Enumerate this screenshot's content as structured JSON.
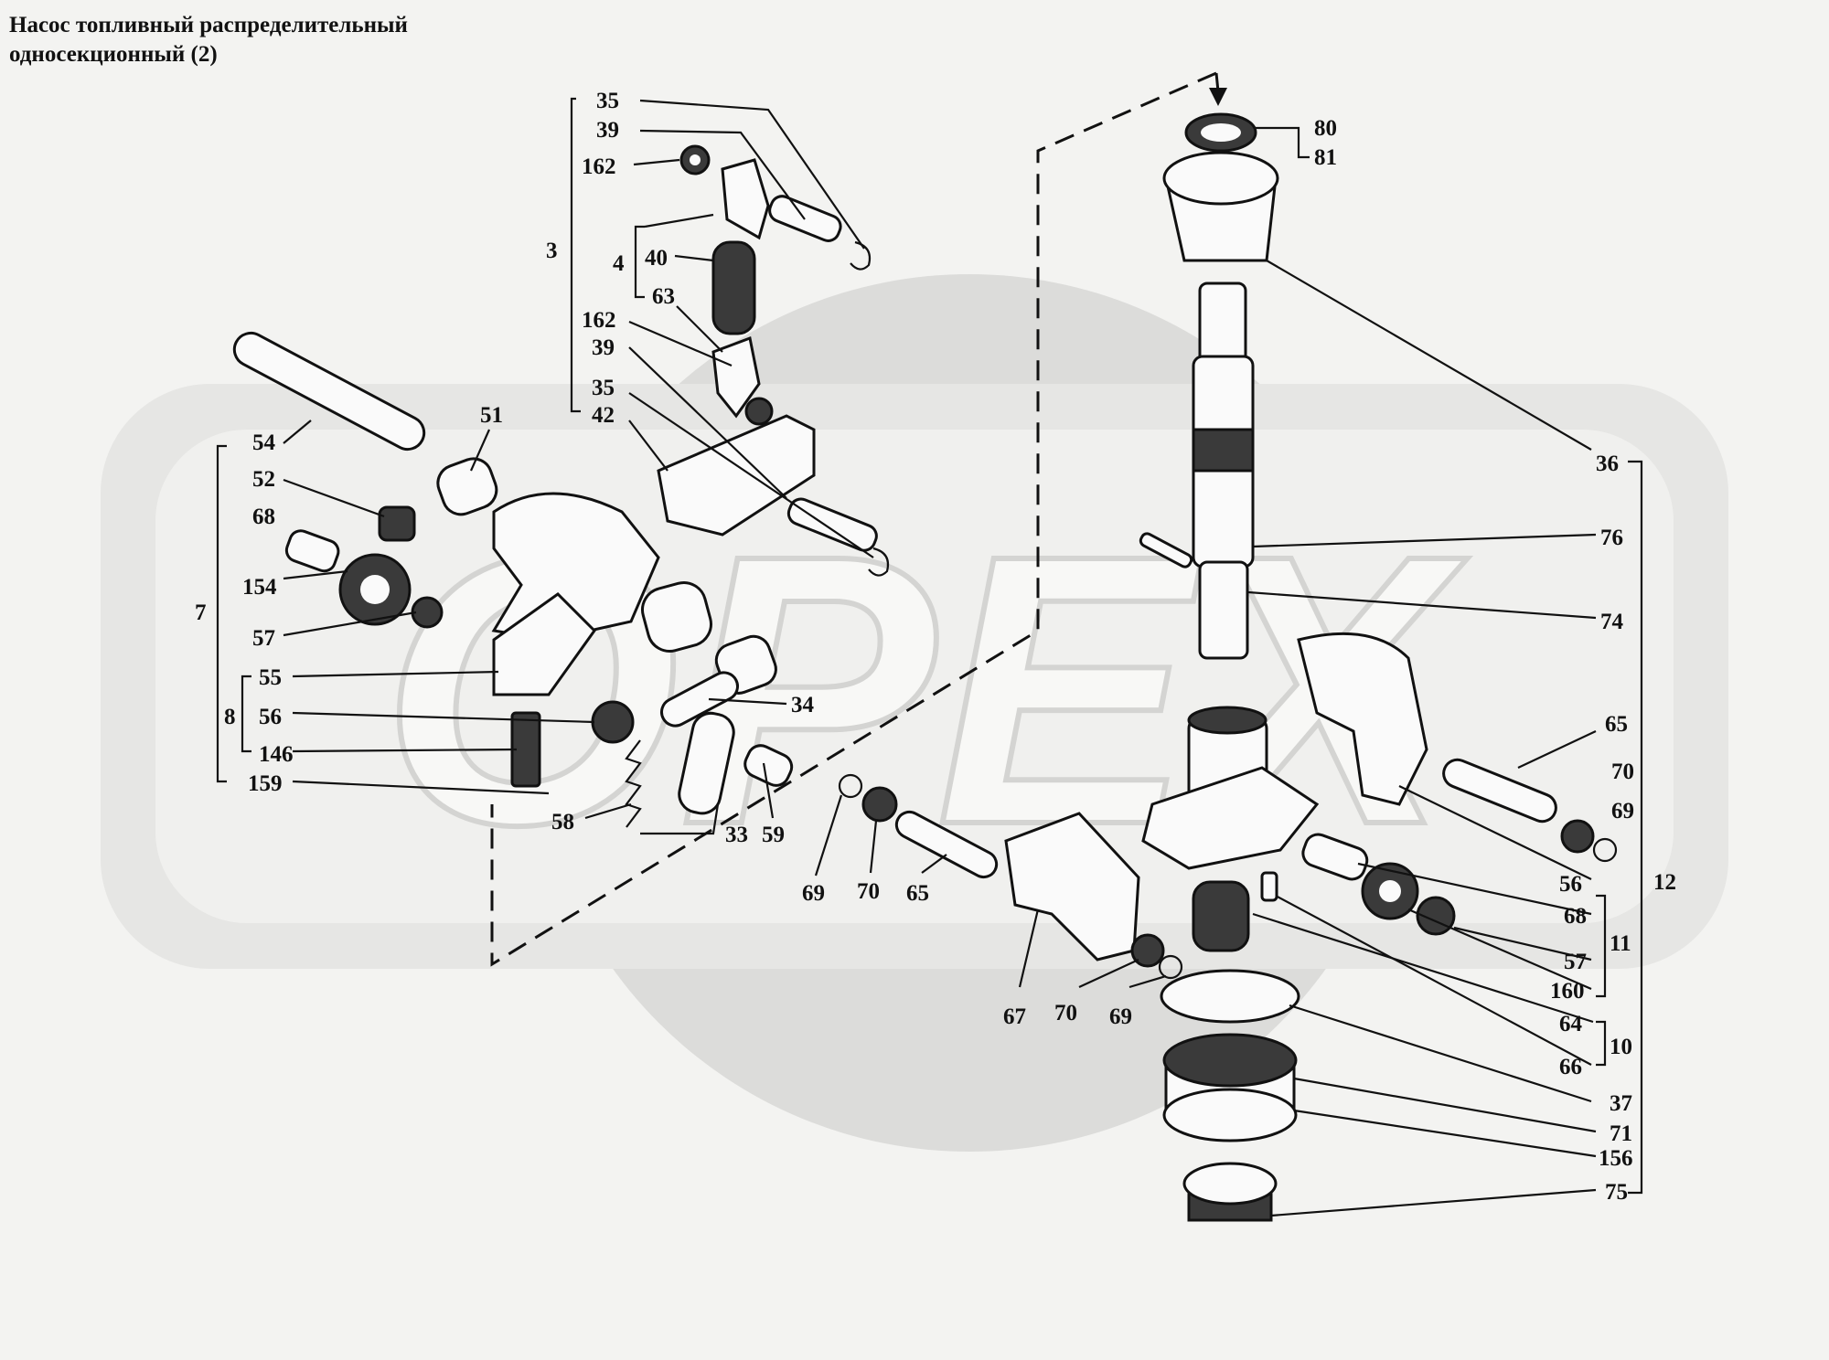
{
  "title": {
    "line1": "Насос топливный распределительный",
    "line2": "односекционный (2)"
  },
  "watermark": {
    "text": "OPEX",
    "color": "#d6d6d4"
  },
  "callouts": [
    "35",
    "39",
    "162",
    "3",
    "4",
    "40",
    "63",
    "162",
    "39",
    "35",
    "42",
    "54",
    "51",
    "52",
    "68",
    "154",
    "7",
    "57",
    "55",
    "8",
    "56",
    "146",
    "159",
    "34",
    "58",
    "33",
    "59",
    "69",
    "70",
    "65",
    "67",
    "70",
    "69",
    "80",
    "81",
    "36",
    "76",
    "74",
    "65",
    "70",
    "69",
    "56",
    "68",
    "57",
    "11",
    "160",
    "64",
    "10",
    "66",
    "12",
    "37",
    "71",
    "156",
    "75"
  ]
}
